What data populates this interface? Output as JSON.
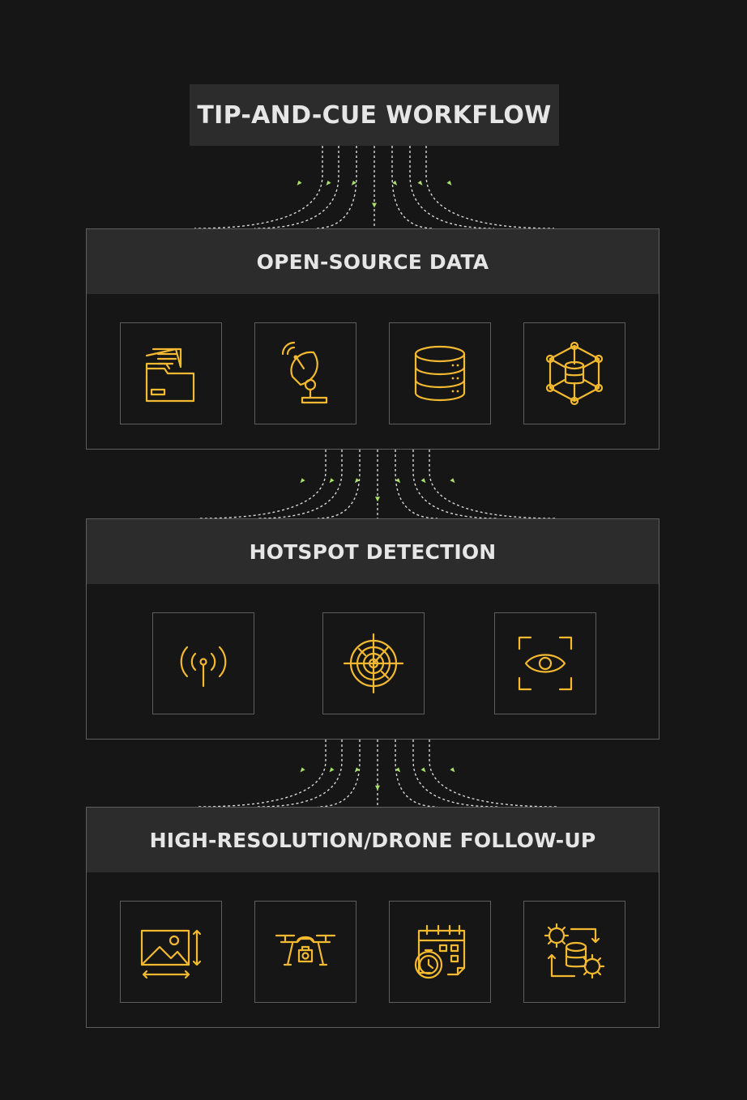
{
  "title": "TIP-AND-CUE WORKFLOW",
  "colors": {
    "background": "#161616",
    "panel": "#2c2c2c",
    "border": "#5e5e5e",
    "icon": "#f2b931",
    "arrow": "#a8e06a",
    "dashes": "#d8d8d8"
  },
  "sections": [
    {
      "title": "OPEN-SOURCE DATA",
      "icons": [
        "folder-documents-icon",
        "satellite-dish-icon",
        "database-icon",
        "data-network-icon"
      ]
    },
    {
      "title": "HOTSPOT DETECTION",
      "icons": [
        "signal-tower-icon",
        "radar-target-icon",
        "eye-scan-icon"
      ]
    },
    {
      "title": "HIGH-RESOLUTION/DRONE FOLLOW-UP",
      "icons": [
        "image-resolution-icon",
        "drone-camera-icon",
        "calendar-clock-icon",
        "data-processing-icon"
      ]
    }
  ]
}
